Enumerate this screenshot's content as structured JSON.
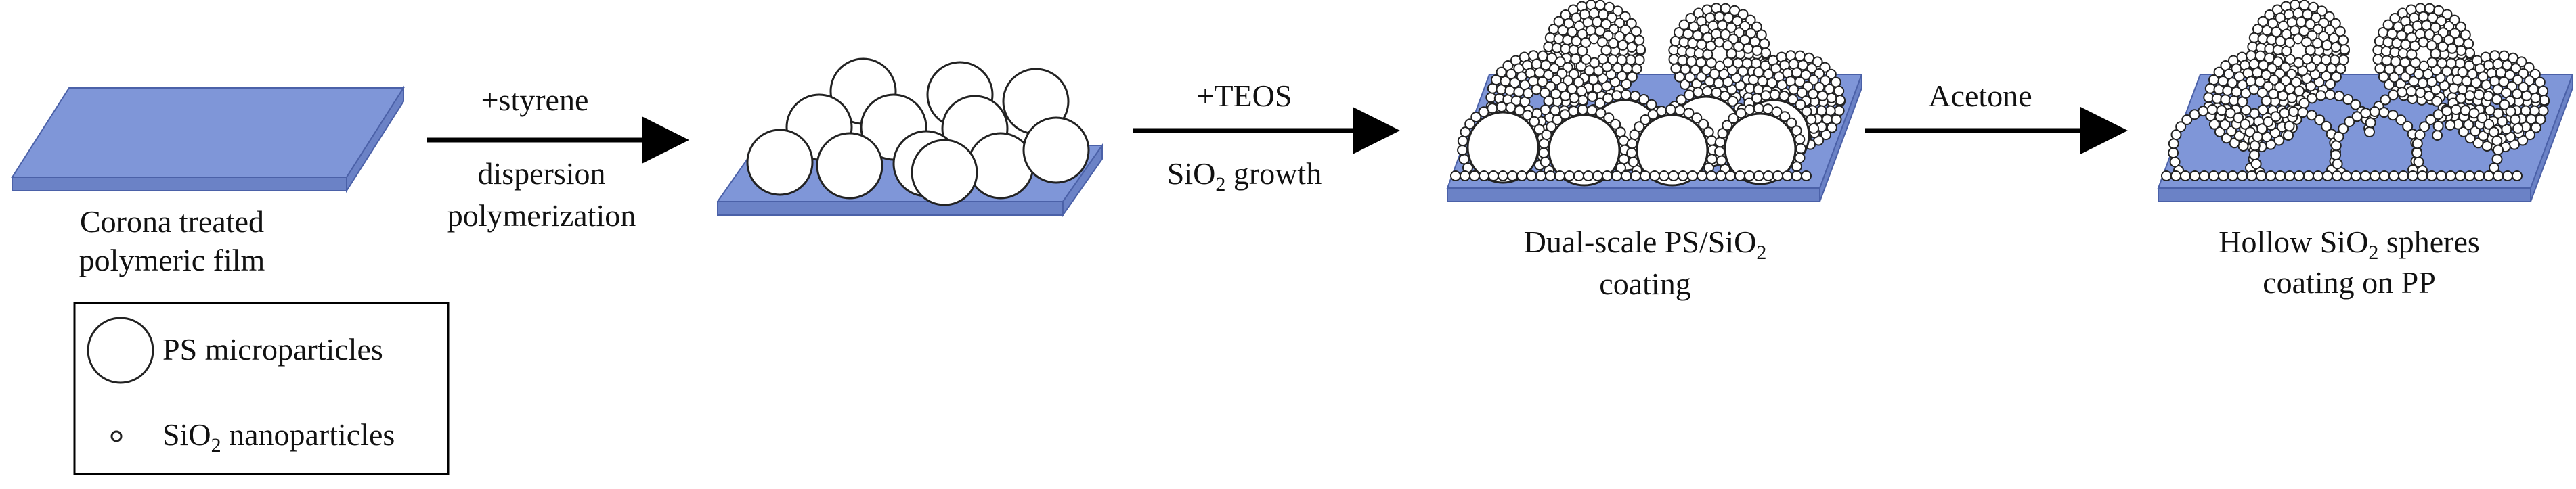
{
  "colors": {
    "film_top": "#7f96d8",
    "film_edge": "#6b82c6",
    "film_stroke": "#4b61a8",
    "particle_fill": "#ffffff",
    "particle_stroke": "#222222",
    "arrow": "#000000"
  },
  "steps": {
    "film": {
      "label_line1": "Corona treated",
      "label_line2": "polymeric film"
    },
    "arrow1": {
      "above": "+styrene",
      "below_line1": "dispersion",
      "below_line2": "polymerization"
    },
    "arrow2": {
      "above": "+TEOS",
      "below_prefix": "SiO",
      "below_sub": "2",
      "below_suffix": " growth"
    },
    "dual": {
      "label_line1_prefix": "Dual-scale PS/SiO",
      "label_line1_sub": "2",
      "label_line2": "coating"
    },
    "arrow3": {
      "above": "Acetone"
    },
    "hollow": {
      "label_line1_prefix": "Hollow SiO",
      "label_line1_sub": "2",
      "label_line1_suffix": " spheres",
      "label_line2": "coating on PP"
    }
  },
  "legend": {
    "ps_label": "PS microparticles",
    "sio2_prefix": "SiO",
    "sio2_sub": "2",
    "sio2_suffix": " nanoparticles"
  }
}
